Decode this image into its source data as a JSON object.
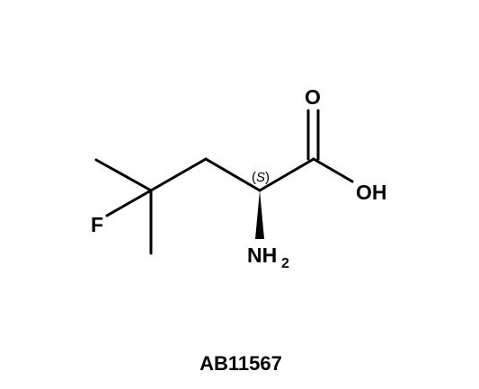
{
  "molecule": {
    "atoms": {
      "oxygen": "O",
      "hydroxyl": "OH",
      "fluorine": "F",
      "amine_main": "NH",
      "amine_subscript": "2"
    },
    "stereo": {
      "open": "(",
      "descriptor": "S",
      "close": ")"
    }
  },
  "compound_id": "AB11567"
}
